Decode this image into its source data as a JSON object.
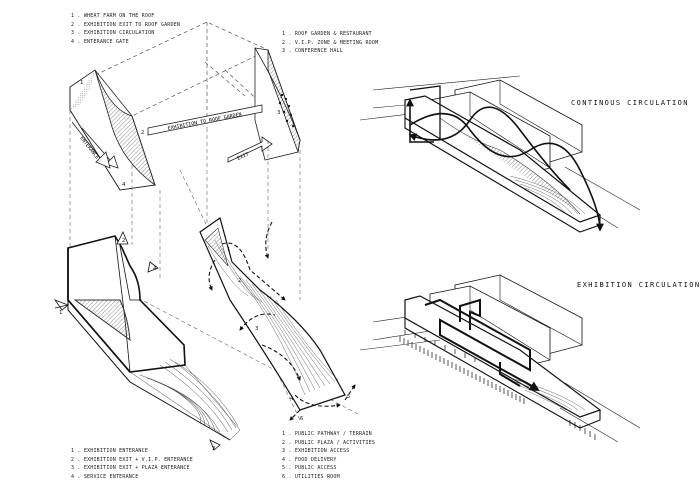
{
  "legends": {
    "top_left": [
      "1 . WHEAT FARM ON THE ROOF",
      "2 . EXHIBITION EXIT TO ROOF GARDEN",
      "3 . EXHIBITION CIRCULATION",
      "4 . ENTERANCE GATE"
    ],
    "top_right": [
      "1 . ROOF GARDEN & RESTAURANT",
      "2 . V.I.P. ZONE & MEETING ROOM",
      "3 . CONFERENCE HALL"
    ],
    "bottom_left": [
      "1 . EXHIBITION ENTERANCE",
      "2 . EXHIBITION EXIT + V.I.P. ENTERANCE",
      "3 . EXHIBITION EXIT + PLAZA ENTERANCE",
      "4 . SERVICE ENTERANCE"
    ],
    "bottom_right": [
      "1 . PUBLIC PATHWAY / TERRAIN",
      "2 . PUBLIC PLAZA / ACTIVITIES",
      "3 . EXHIBITION ACCESS",
      "4 . FOOD DELIVERY",
      "5 . PUBLIC ACCESS",
      "6 . UTILITIES ROOM"
    ]
  },
  "titles": {
    "continuous": "CONTINOUS CIRCULATION",
    "exhibition": "EXHIBITION CIRCULATION"
  },
  "labels": {
    "exhibition_to_roof": "EXHIBITION TO ROOF GARDEN",
    "entrance": "ENTERANCE",
    "exit": "EXIT"
  },
  "markers": {
    "top": [
      "1",
      "2",
      "3",
      "4"
    ],
    "bottom_left": [
      "1",
      "2",
      "3",
      "4"
    ],
    "bottom_right": [
      "1",
      "2",
      "3",
      "4",
      "5",
      "6"
    ]
  }
}
